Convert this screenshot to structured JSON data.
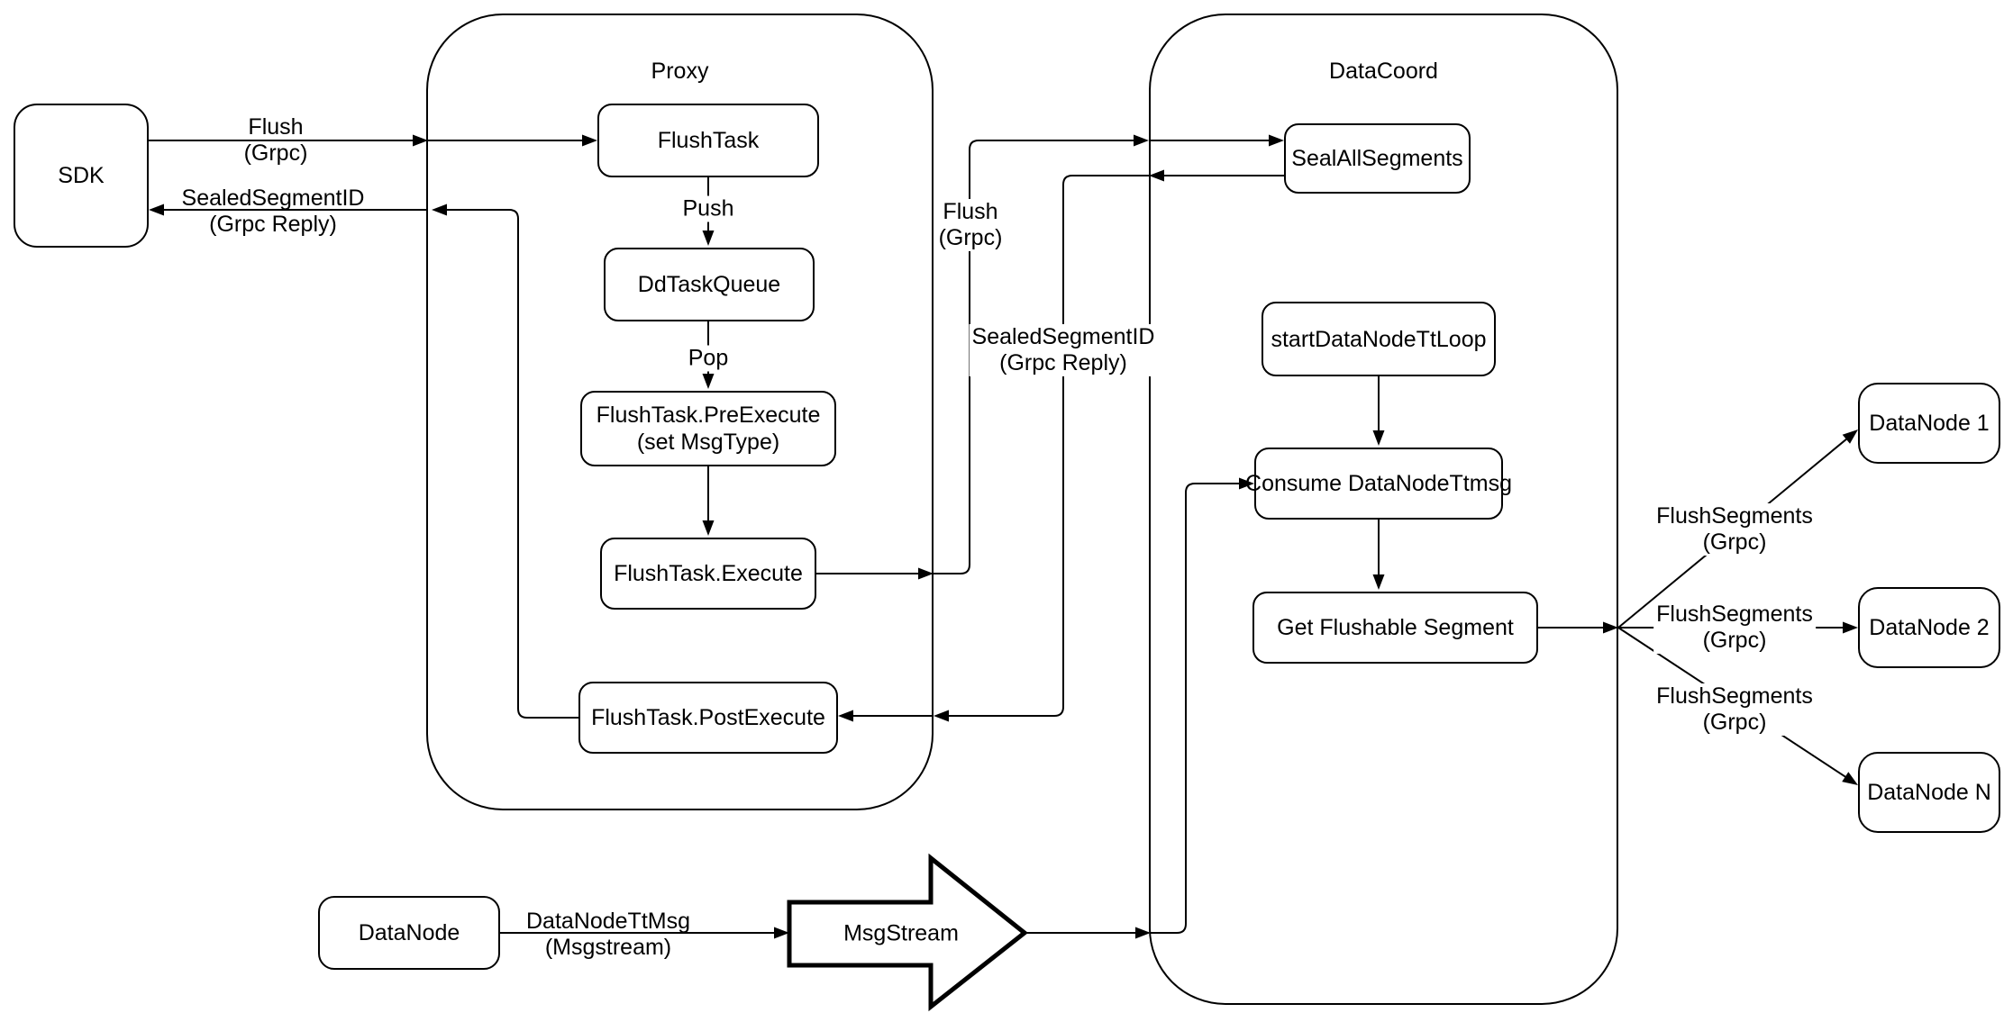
{
  "diagram_type": "flowchart",
  "containers": {
    "proxy": {
      "label": "Proxy"
    },
    "datacoord": {
      "label": "DataCoord"
    }
  },
  "nodes": {
    "sdk": {
      "label": "SDK"
    },
    "flushtask": {
      "label": "FlushTask"
    },
    "ddtaskqueue": {
      "label": "DdTaskQueue"
    },
    "preexecute": {
      "label": "FlushTask.PreExecute",
      "sublabel": "(set MsgType)"
    },
    "execute": {
      "label": "FlushTask.Execute"
    },
    "postexecute": {
      "label": "FlushTask.PostExecute"
    },
    "sealallsegments": {
      "label": "SealAllSegments"
    },
    "startdatanodettloop": {
      "label": "startDataNodeTtLoop"
    },
    "consumedatanodettmsg": {
      "label": "Consume DataNodeTtmsg"
    },
    "getflushablesegment": {
      "label": "Get Flushable Segment"
    },
    "datanode1": {
      "label": "DataNode 1"
    },
    "datanode2": {
      "label": "DataNode 2"
    },
    "datanoden": {
      "label": "DataNode N"
    },
    "datanode": {
      "label": "DataNode"
    },
    "msgstream": {
      "label": "MsgStream"
    }
  },
  "edge_labels": {
    "flush_grpc_sdk": {
      "line1": "Flush",
      "line2": "(Grpc)"
    },
    "sealedsegmentid_sdk": {
      "line1": "SealedSegmentID",
      "line2": "(Grpc Reply)"
    },
    "push": {
      "line1": "Push"
    },
    "pop": {
      "line1": "Pop"
    },
    "flush_grpc_datacoord": {
      "line1": "Flush",
      "line2": "(Grpc)"
    },
    "sealedsegmentid_datacoord": {
      "line1": "SealedSegmentID",
      "line2": "(Grpc Reply)"
    },
    "flushsegments_1": {
      "line1": "FlushSegments",
      "line2": "(Grpc)"
    },
    "flushsegments_2": {
      "line1": "FlushSegments",
      "line2": "(Grpc)"
    },
    "flushsegments_3": {
      "line1": "FlushSegments",
      "line2": "(Grpc)"
    },
    "datanodettmsg": {
      "line1": "DataNodeTtMsg",
      "line2": "(Msgstream)"
    }
  },
  "colors": {
    "stroke": "#000000",
    "fill": "#ffffff",
    "text": "#000000"
  }
}
